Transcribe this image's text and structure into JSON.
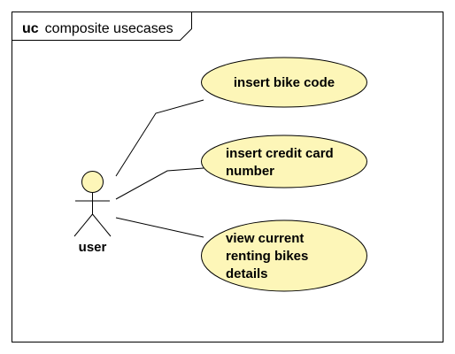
{
  "frame": {
    "keyword": "uc",
    "title": "composite usecases"
  },
  "actor": {
    "name": "user"
  },
  "use_cases": [
    {
      "lines": [
        "insert bike code"
      ]
    },
    {
      "lines": [
        "insert credit card",
        "number"
      ]
    },
    {
      "lines": [
        "view current",
        "renting bikes",
        "details"
      ]
    }
  ],
  "colors": {
    "usecase_fill": "#fdf6b8",
    "usecase_stroke": "#000000",
    "actor_fill": "#fdf6b8",
    "line": "#000000"
  }
}
